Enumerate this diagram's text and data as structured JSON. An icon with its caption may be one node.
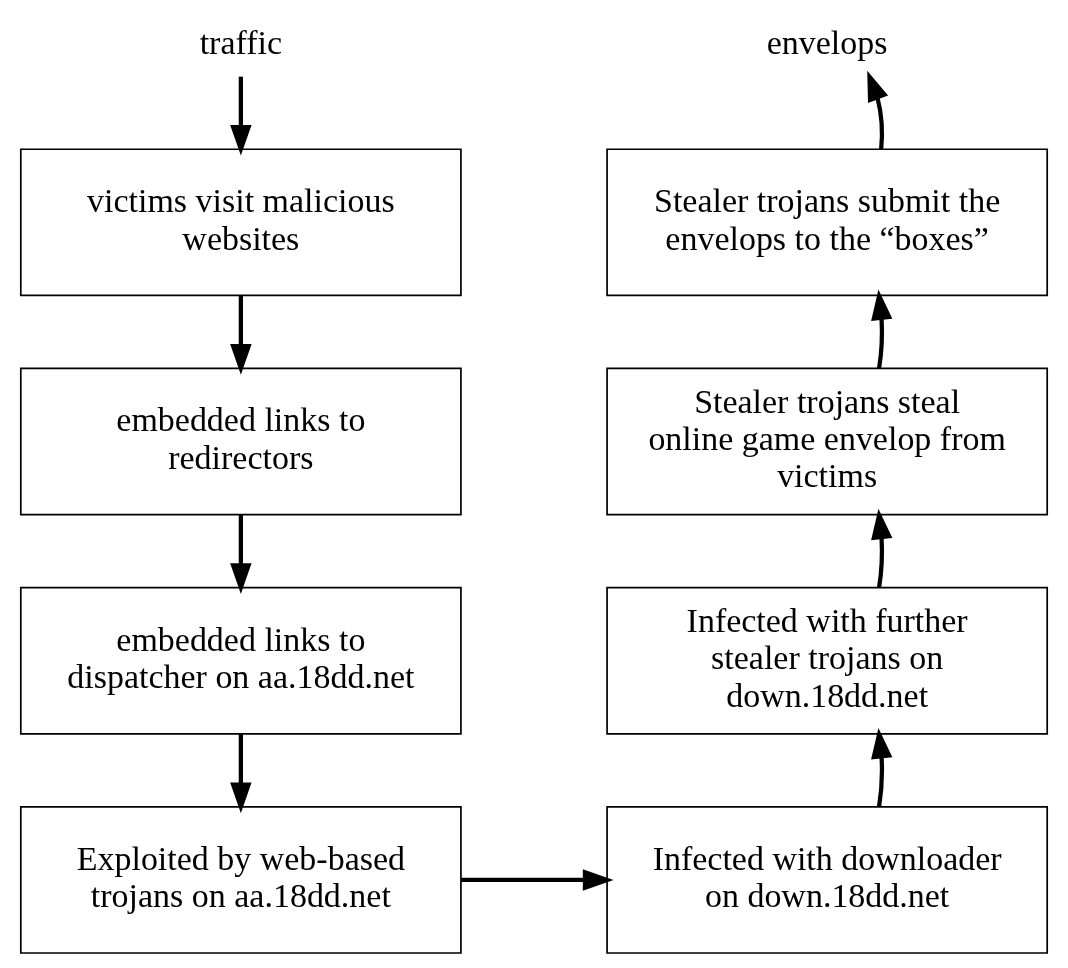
{
  "diagram": {
    "nodes": [
      {
        "text": [
          "traffic"
        ]
      },
      {
        "text": [
          "victims visit malicious websites"
        ]
      },
      {
        "text": [
          "embedded links to redirectors"
        ]
      },
      {
        "text": [
          "embedded links to dispatcher on aa.18dd.net"
        ]
      },
      {
        "text": [
          "Exploited by web-based trojans on aa.18dd.net"
        ]
      },
      {
        "text": [
          "Infected with downloader on down.18dd.net"
        ]
      },
      {
        "text": [
          "Infected with further stealer trojans on down.18dd.net"
        ]
      },
      {
        "text": [
          "Stealer trojans steal online game envelop from victims"
        ]
      },
      {
        "text": [
          "Stealer trojans submit the envelops to the “boxes”"
        ]
      },
      {
        "text": [
          "envelops"
        ]
      }
    ],
    "edges": [
      {
        "from": 0,
        "to": 1,
        "arrow": "to"
      },
      {
        "from": 1,
        "to": 2,
        "arrow": "to"
      },
      {
        "from": 2,
        "to": 3,
        "arrow": "to"
      },
      {
        "from": 3,
        "to": 4,
        "arrow": "to"
      },
      {
        "from": 4,
        "to": 5,
        "arrow": "to"
      },
      {
        "from": 5,
        "to": 6,
        "arrow": "to"
      },
      {
        "from": 6,
        "to": 7,
        "arrow": "to"
      },
      {
        "from": 7,
        "to": 8,
        "arrow": "to"
      },
      {
        "from": 8,
        "to": 9,
        "arrow": "to"
      }
    ]
  }
}
